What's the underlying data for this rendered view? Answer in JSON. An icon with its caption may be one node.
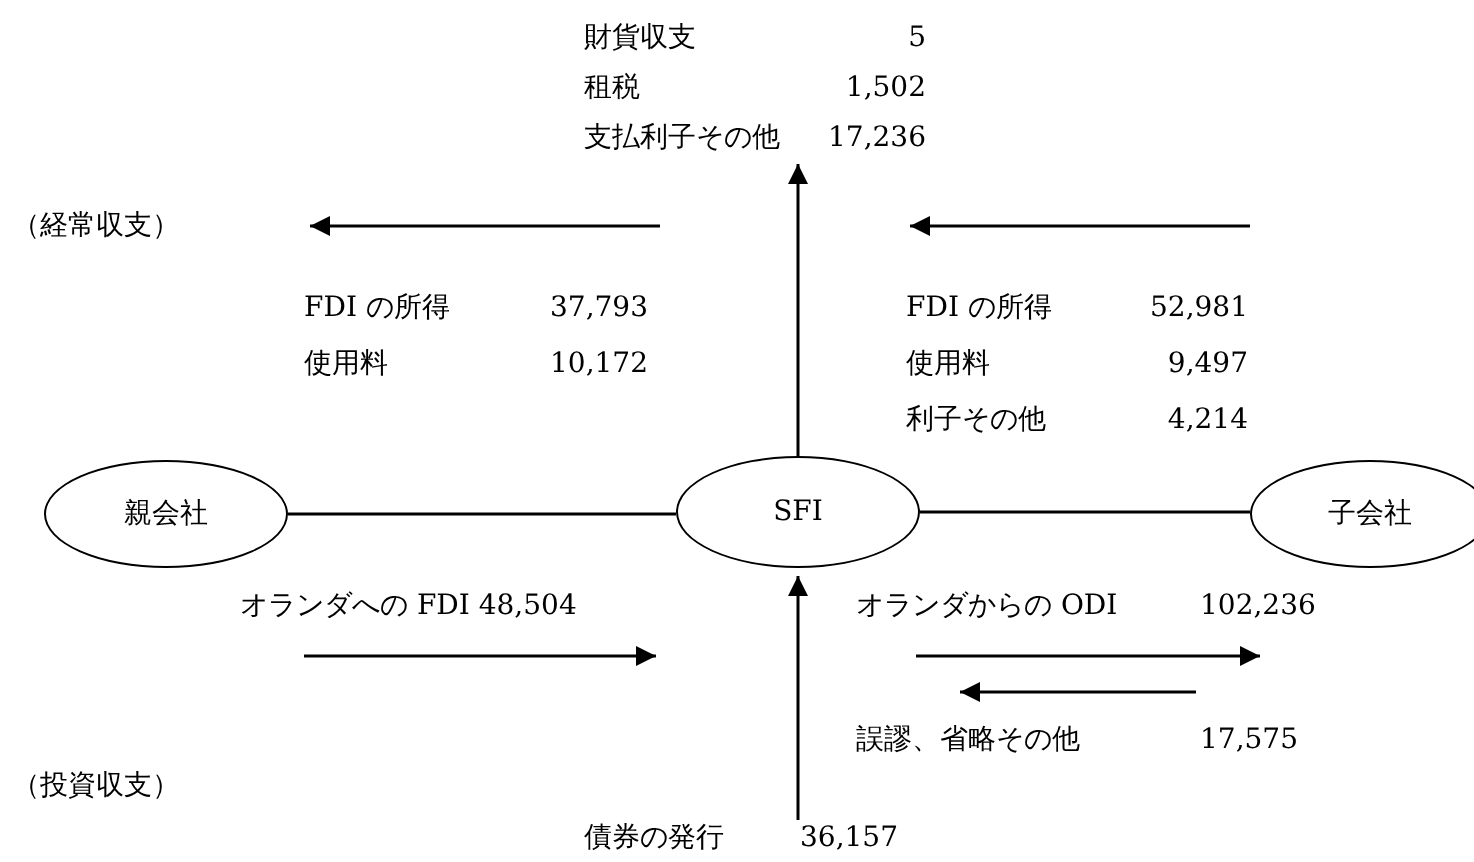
{
  "diagram": {
    "nodes": [
      {
        "text": [
          "親会社"
        ]
      },
      {
        "text": [
          "SFI"
        ]
      },
      {
        "text": [
          "子会社"
        ]
      },
      {
        "text": [
          "財貨収支",
          "5",
          "租税",
          "1,502",
          "支払利子その他",
          "17,236"
        ]
      },
      {
        "text": [
          "債券の発行",
          "36,157"
        ]
      }
    ],
    "edges": [
      {
        "from": 0,
        "to": 1,
        "arrow": "none"
      },
      {
        "from": 1,
        "to": 2,
        "arrow": "none"
      },
      {
        "from": 1,
        "to": 3,
        "arrow": "to"
      },
      {
        "from": 4,
        "to": 1,
        "arrow": "to"
      }
    ],
    "labels": [
      "（経常収支）",
      "FDI の所得",
      "37,793",
      "使用料",
      "10,172",
      "FDI の所得",
      "52,981",
      "使用料",
      "9,497",
      "利子その他",
      "4,214",
      "オランダへの FDI 48,504",
      "オランダからの ODI",
      "102,236",
      "誤謬、省略その他",
      "17,575",
      "（投資収支）"
    ]
  }
}
